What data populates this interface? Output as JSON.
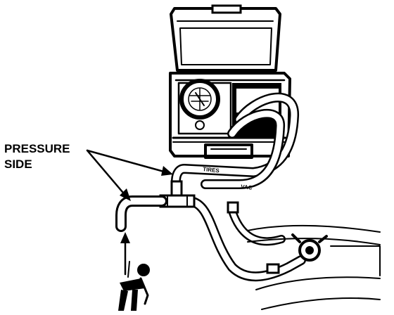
{
  "callout": {
    "line1": "PRESSURE",
    "line2": "SIDE"
  },
  "hose_labels": {
    "upper": "TIRES",
    "lower": "VAC"
  }
}
